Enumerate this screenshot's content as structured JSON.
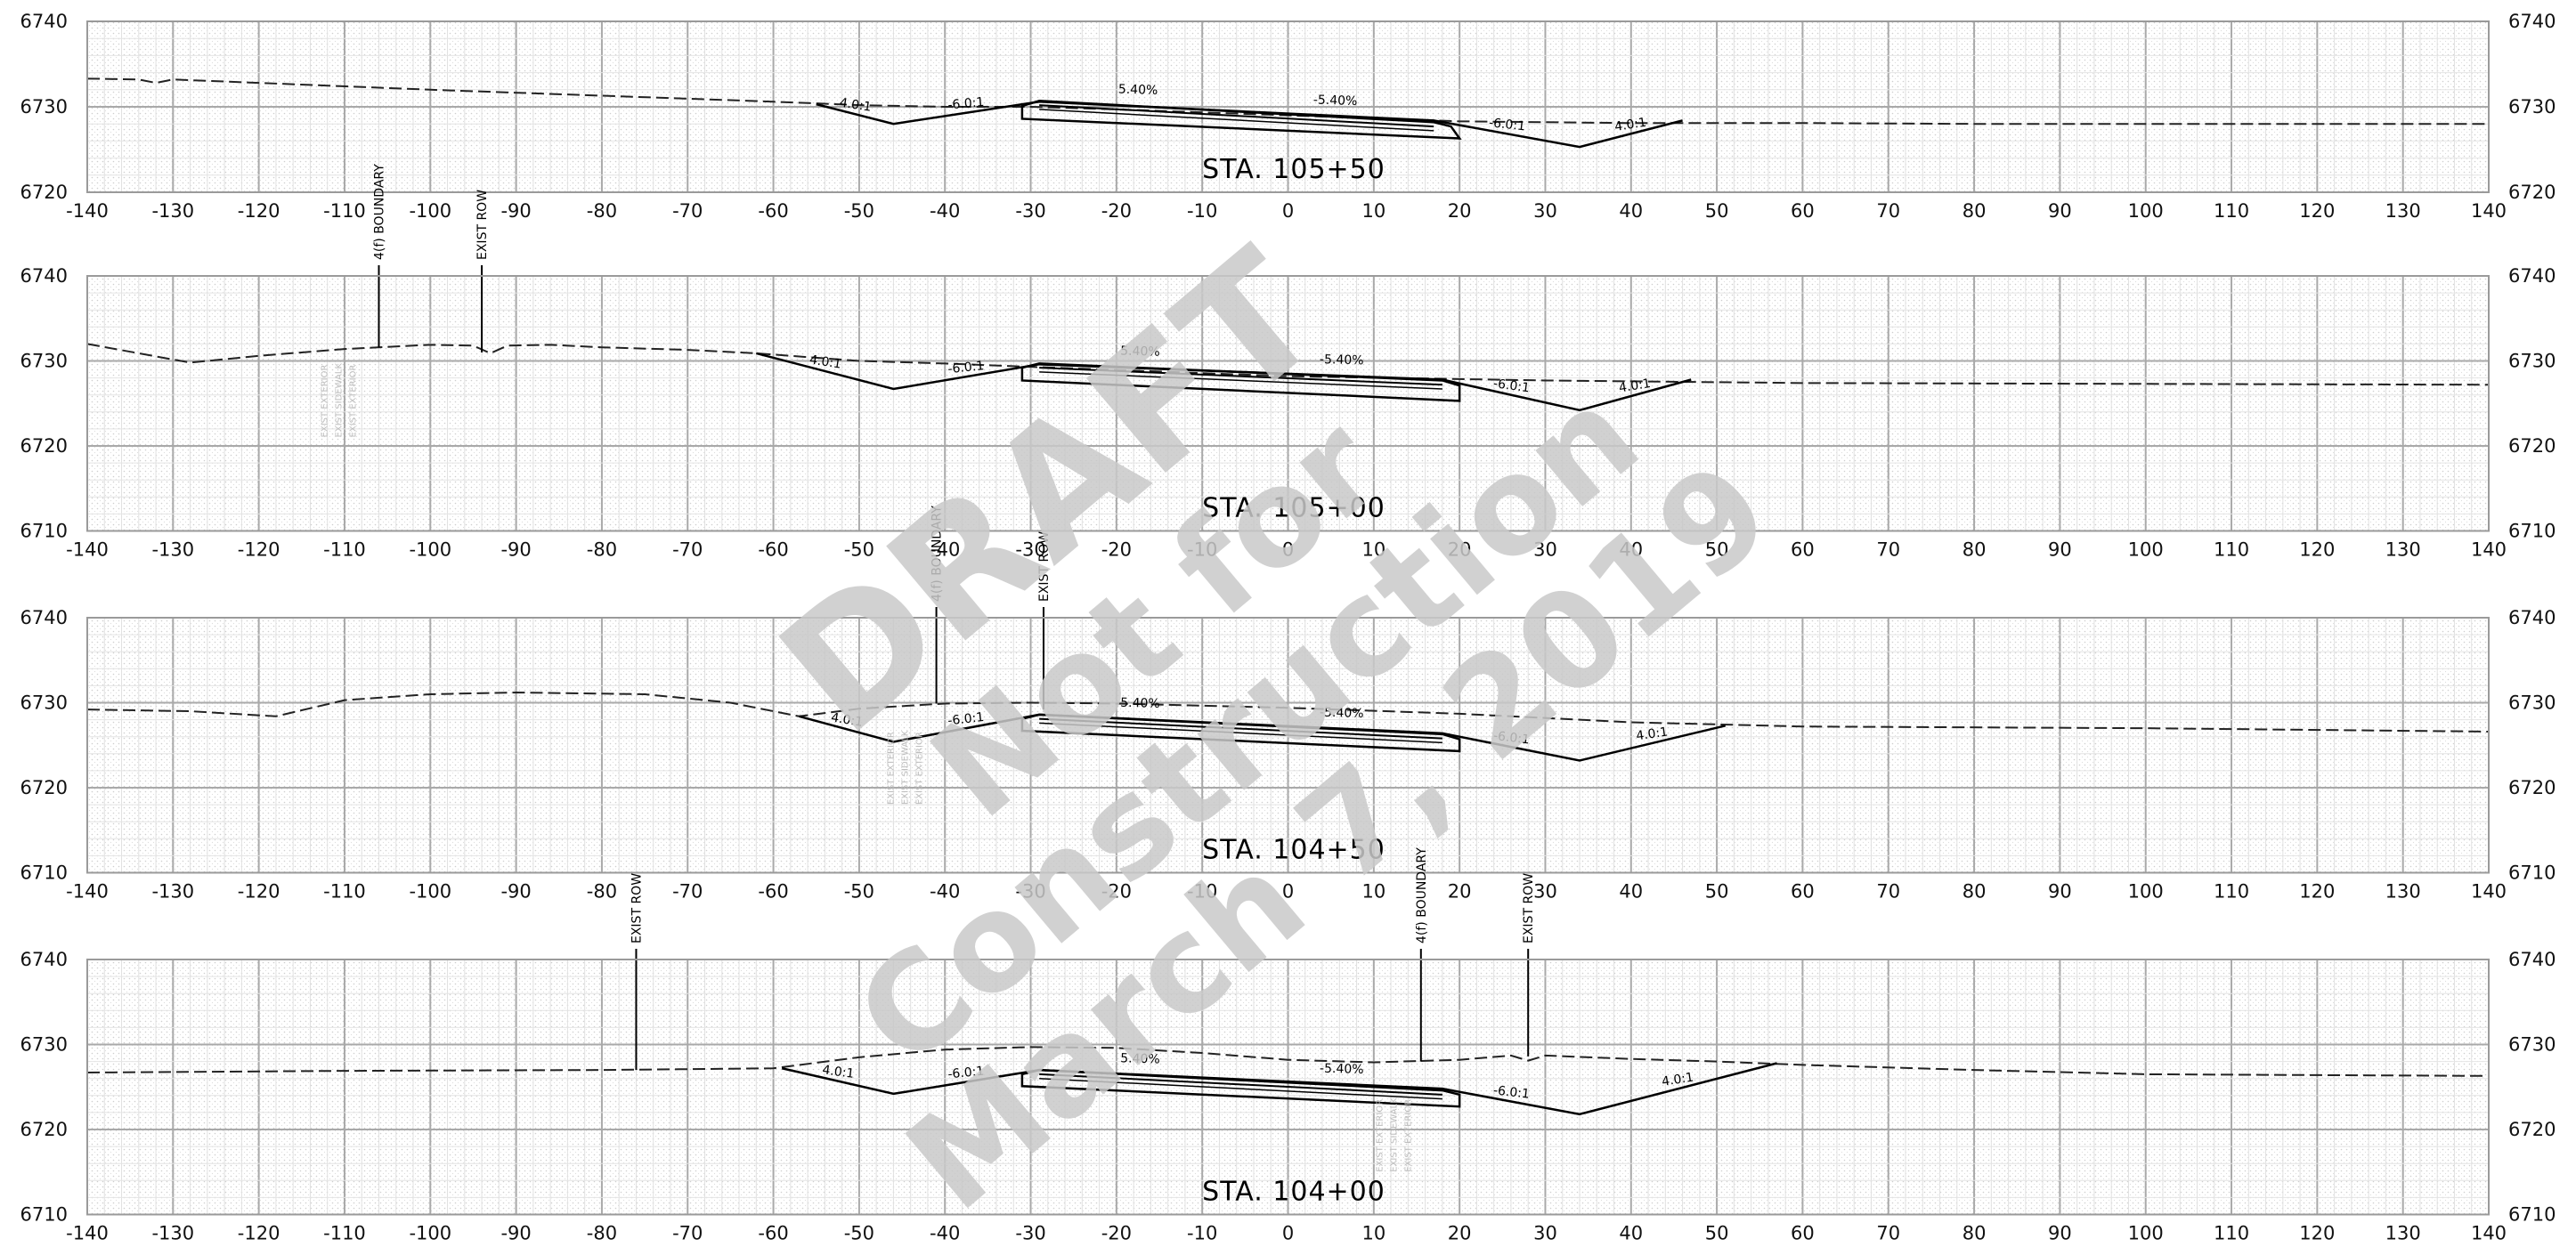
{
  "sheet": {
    "watermark": [
      "DRAFT",
      "Not for",
      "Construction",
      "March 7, 2019"
    ]
  },
  "chart_data": [
    {
      "type": "cross-section",
      "title": "STA. 105+50",
      "xlim": [
        -140,
        140
      ],
      "ylim": [
        6720,
        6740
      ],
      "x_ticks": [
        -140,
        -130,
        -120,
        -110,
        -100,
        -90,
        -80,
        -70,
        -60,
        -50,
        -40,
        -30,
        -20,
        -10,
        0,
        10,
        20,
        30,
        40,
        50,
        60,
        70,
        80,
        90,
        100,
        110,
        120,
        130,
        140
      ],
      "y_ticks": [
        6720,
        6730,
        6740
      ],
      "existing_ground": [
        [
          -140,
          6733.3
        ],
        [
          -134,
          6733.2
        ],
        [
          -132,
          6732.8
        ],
        [
          -130,
          6733.2
        ],
        [
          -120,
          6732.8
        ],
        [
          -100,
          6732
        ],
        [
          -80,
          6731.3
        ],
        [
          -60,
          6730.6
        ],
        [
          -50,
          6730.2
        ],
        [
          -40,
          6730
        ],
        [
          -30,
          6730
        ],
        [
          -20,
          6729.7
        ],
        [
          0,
          6729
        ],
        [
          20,
          6728.3
        ],
        [
          40,
          6728.1
        ],
        [
          60,
          6728.1
        ],
        [
          80,
          6728
        ],
        [
          100,
          6728
        ],
        [
          140,
          6728
        ]
      ],
      "proposed": [
        [
          -55,
          6730.3
        ],
        [
          -46,
          6728
        ],
        [
          -29,
          6730.6
        ],
        [
          17,
          6728.4
        ],
        [
          34,
          6725.3
        ],
        [
          46,
          6728.4
        ]
      ],
      "roadway_top": [
        [
          -31,
          6730.1
        ],
        [
          -29,
          6730.7
        ],
        [
          17,
          6728.2
        ],
        [
          19,
          6727.7
        ]
      ],
      "roadway_bottom": [
        [
          -31,
          6728.6
        ],
        [
          20,
          6726.3
        ]
      ],
      "slope_labels": [
        "4.0:1",
        "-6.0:1",
        "5.40%",
        "-5.40%",
        "-6.0:1",
        "4.0:1"
      ],
      "callouts": [],
      "faint_labels": []
    },
    {
      "type": "cross-section",
      "title": "STA. 105+00",
      "xlim": [
        -140,
        140
      ],
      "ylim": [
        6710,
        6740
      ],
      "x_ticks": [
        -140,
        -130,
        -120,
        -110,
        -100,
        -90,
        -80,
        -70,
        -60,
        -50,
        -40,
        -30,
        -20,
        -10,
        0,
        10,
        20,
        30,
        40,
        50,
        60,
        70,
        80,
        90,
        100,
        110,
        120,
        130,
        140
      ],
      "y_ticks": [
        6710,
        6720,
        6730,
        6740
      ],
      "existing_ground": [
        [
          -140,
          6732
        ],
        [
          -128,
          6729.8
        ],
        [
          -120,
          6730.6
        ],
        [
          -110,
          6731.4
        ],
        [
          -100,
          6731.9
        ],
        [
          -95,
          6731.8
        ],
        [
          -93,
          6730.9
        ],
        [
          -91,
          6731.8
        ],
        [
          -86,
          6731.9
        ],
        [
          -80,
          6731.6
        ],
        [
          -70,
          6731.3
        ],
        [
          -62,
          6730.9
        ],
        [
          -50,
          6730
        ],
        [
          -40,
          6729.7
        ],
        [
          -30,
          6729.3
        ],
        [
          0,
          6728.2
        ],
        [
          30,
          6727.7
        ],
        [
          60,
          6727.4
        ],
        [
          100,
          6727.3
        ],
        [
          140,
          6727.2
        ]
      ],
      "proposed": [
        [
          -62,
          6730.9
        ],
        [
          -46,
          6726.7
        ],
        [
          -29,
          6729.6
        ],
        [
          18,
          6727.8
        ],
        [
          34,
          6724.2
        ],
        [
          47,
          6727.8
        ]
      ],
      "roadway_top": [
        [
          -31,
          6729.2
        ],
        [
          -29,
          6729.7
        ],
        [
          18,
          6727.7
        ],
        [
          20,
          6727.1
        ]
      ],
      "roadway_bottom": [
        [
          -31,
          6727.7
        ],
        [
          20,
          6725.3
        ]
      ],
      "slope_labels": [
        "4.0:1",
        "-6.0:1",
        "5.40%",
        "-5.40%",
        "-6.0:1",
        "4.0:1"
      ],
      "callouts": [
        {
          "x": -106,
          "ground": 6731.6,
          "label": "4(f) BOUNDARY"
        },
        {
          "x": -94,
          "ground": 6731.0,
          "label": "EXIST ROW"
        }
      ],
      "faint_labels": [
        "EXIST EXTERIOR",
        "EXIST SIDEWALK",
        "EXIST EXTERIOR"
      ]
    },
    {
      "type": "cross-section",
      "title": "STA. 104+50",
      "xlim": [
        -140,
        140
      ],
      "ylim": [
        6710,
        6740
      ],
      "x_ticks": [
        -140,
        -130,
        -120,
        -110,
        -100,
        -90,
        -80,
        -70,
        -60,
        -50,
        -40,
        -30,
        -20,
        -10,
        0,
        10,
        20,
        30,
        40,
        50,
        60,
        70,
        80,
        90,
        100,
        110,
        120,
        130,
        140
      ],
      "y_ticks": [
        6710,
        6720,
        6730,
        6740
      ],
      "existing_ground": [
        [
          -140,
          6729.2
        ],
        [
          -128,
          6729
        ],
        [
          -118,
          6728.4
        ],
        [
          -110,
          6730.3
        ],
        [
          -100,
          6731
        ],
        [
          -90,
          6731.2
        ],
        [
          -75,
          6731
        ],
        [
          -65,
          6730
        ],
        [
          -57,
          6728.4
        ],
        [
          -50,
          6729.3
        ],
        [
          -40,
          6729.9
        ],
        [
          -30,
          6730
        ],
        [
          -20,
          6729.9
        ],
        [
          0,
          6729.4
        ],
        [
          20,
          6728.7
        ],
        [
          40,
          6727.7
        ],
        [
          60,
          6727.2
        ],
        [
          100,
          6727
        ],
        [
          140,
          6726.6
        ]
      ],
      "proposed": [
        [
          -57,
          6728.4
        ],
        [
          -46,
          6725.4
        ],
        [
          -29,
          6728.6
        ],
        [
          18,
          6726.4
        ],
        [
          34,
          6723.2
        ],
        [
          51,
          6727.3
        ]
      ],
      "roadway_top": [
        [
          -31,
          6728.1
        ],
        [
          -29,
          6728.6
        ],
        [
          18,
          6726.3
        ],
        [
          20,
          6725.7
        ]
      ],
      "roadway_bottom": [
        [
          -31,
          6726.7
        ],
        [
          20,
          6724.3
        ]
      ],
      "slope_labels": [
        "4.0:1",
        "-6.0:1",
        "5.40%",
        "-5.40%",
        "-6.0:1",
        "4.0:1"
      ],
      "callouts": [
        {
          "x": -41,
          "ground": 6729.9,
          "label": "4(f) BOUNDARY"
        },
        {
          "x": -28.5,
          "ground": 6729.2,
          "label": "EXIST ROW"
        }
      ],
      "faint_labels": [
        "EXIST EXTERIOR",
        "EXIST SIDEWALK",
        "EXIST EXTERIOR"
      ]
    },
    {
      "type": "cross-section",
      "title": "STA. 104+00",
      "xlim": [
        -140,
        140
      ],
      "ylim": [
        6710,
        6740
      ],
      "x_ticks": [
        -140,
        -130,
        -120,
        -110,
        -100,
        -90,
        -80,
        -70,
        -60,
        -50,
        -40,
        -30,
        -20,
        -10,
        0,
        10,
        20,
        30,
        40,
        50,
        60,
        70,
        80,
        90,
        100,
        110,
        120,
        130,
        140
      ],
      "y_ticks": [
        6710,
        6720,
        6730,
        6740
      ],
      "existing_ground": [
        [
          -140,
          6726.7
        ],
        [
          -110,
          6726.9
        ],
        [
          -80,
          6727
        ],
        [
          -70,
          6727.1
        ],
        [
          -60,
          6727.2
        ],
        [
          -50,
          6728.5
        ],
        [
          -40,
          6729.4
        ],
        [
          -30,
          6729.7
        ],
        [
          -20,
          6729.6
        ],
        [
          -10,
          6729
        ],
        [
          0,
          6728.2
        ],
        [
          10,
          6727.9
        ],
        [
          20,
          6728.2
        ],
        [
          26,
          6728.7
        ],
        [
          28,
          6728.1
        ],
        [
          30,
          6728.7
        ],
        [
          40,
          6728.3
        ],
        [
          50,
          6728
        ],
        [
          60,
          6727.6
        ],
        [
          80,
          6727
        ],
        [
          100,
          6726.5
        ],
        [
          140,
          6726.3
        ]
      ],
      "proposed": [
        [
          -59,
          6727.2
        ],
        [
          -46,
          6724.2
        ],
        [
          -29,
          6727
        ],
        [
          18,
          6724.8
        ],
        [
          34,
          6721.8
        ],
        [
          57,
          6727.8
        ]
      ],
      "roadway_top": [
        [
          -31,
          6726.5
        ],
        [
          -29,
          6727
        ],
        [
          18,
          6724.6
        ],
        [
          20,
          6724.1
        ]
      ],
      "roadway_bottom": [
        [
          -31,
          6725.1
        ],
        [
          20,
          6722.7
        ]
      ],
      "slope_labels": [
        "4.0:1",
        "-6.0:1",
        "5.40%",
        "-5.40%",
        "-6.0:1",
        "4.0:1"
      ],
      "callouts": [
        {
          "x": -76,
          "ground": 6727.0,
          "label": "EXIST ROW"
        },
        {
          "x": 15.5,
          "ground": 6728.0,
          "label": "4(f) BOUNDARY"
        },
        {
          "x": 28,
          "ground": 6728.6,
          "label": "EXIST ROW"
        }
      ],
      "faint_labels": [
        "EXIST EXTERIOR",
        "EXIST SIDEWALK",
        "EXIST EXTERIOR"
      ]
    }
  ]
}
